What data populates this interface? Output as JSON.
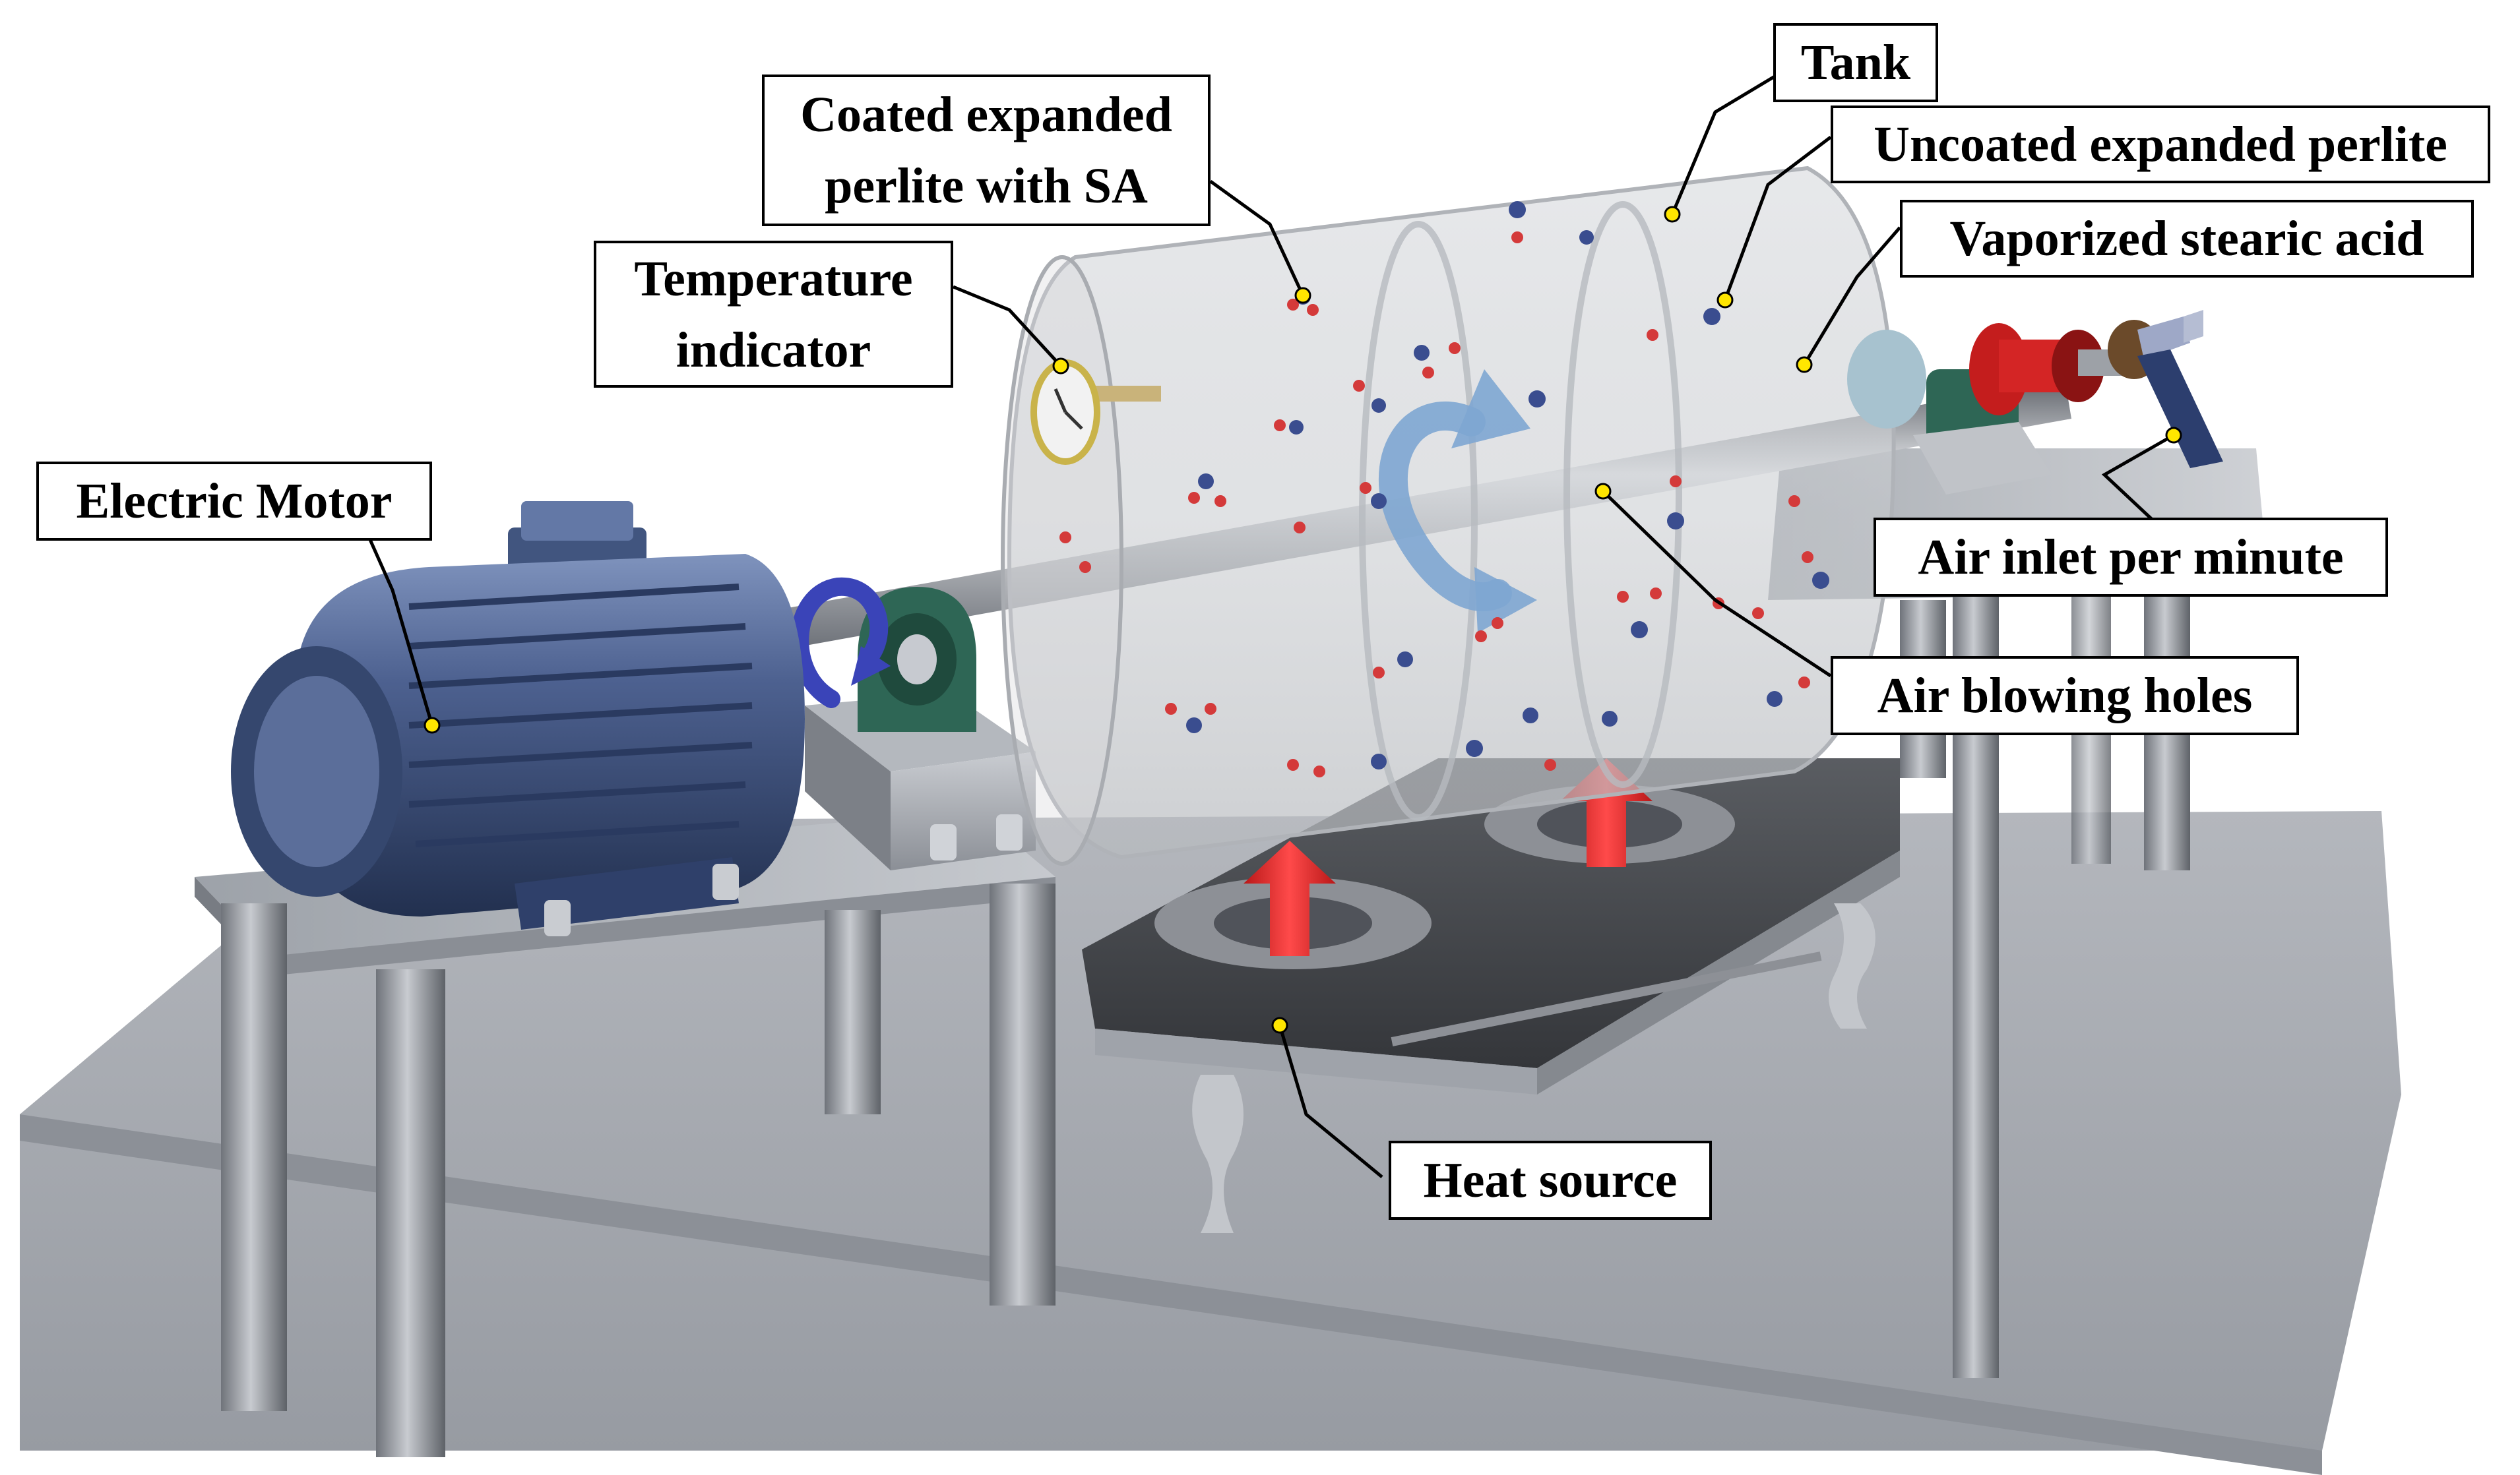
{
  "labels": {
    "tank": "Tank",
    "coated_line1": "Coated expanded",
    "coated_line2": "perlite with SA",
    "uncoated": "Uncoated expanded perlite",
    "vaporized": "Vaporized stearic acid",
    "temp_line1": "Temperature",
    "temp_line2": "indicator",
    "motor": "Electric Motor",
    "air_inlet": "Air inlet per minute",
    "air_holes": "Air blowing holes",
    "heat": "Heat source"
  },
  "colors": {
    "callout_dot": "#ffe600",
    "red_particle": "#d43a3a",
    "blue_particle": "#3a4d8f",
    "heat_arrow": "#e02020",
    "rotation_arrow": "#7ea6d2",
    "motor_body": "#3d5280",
    "bearing_block": "#2e6655",
    "floor": "#a2a6ad"
  },
  "icons": {
    "rotation": "curved-rotation-arrow",
    "heat_flow": "up-arrow",
    "motor_rotation": "circular-arrow"
  }
}
